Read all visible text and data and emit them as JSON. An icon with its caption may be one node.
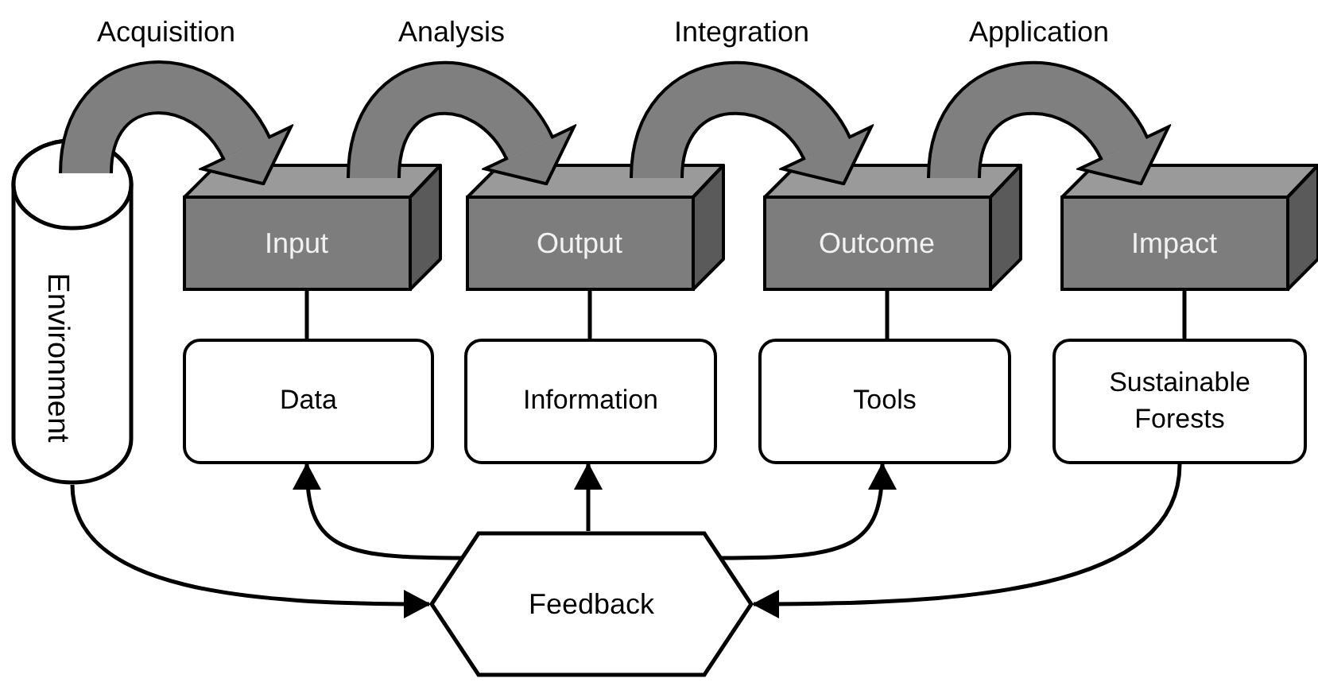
{
  "diagram": {
    "nodes": [
      {
        "text": [
          "Environment"
        ]
      },
      {
        "text": [
          "Input"
        ]
      },
      {
        "text": [
          "Output"
        ]
      },
      {
        "text": [
          "Outcome"
        ]
      },
      {
        "text": [
          "Impact"
        ]
      },
      {
        "text": [
          "Data"
        ]
      },
      {
        "text": [
          "Information"
        ]
      },
      {
        "text": [
          "Tools"
        ]
      },
      {
        "text": [
          "Sustainable Forests"
        ]
      },
      {
        "text": [
          "Feedback"
        ]
      }
    ],
    "edges": [
      {
        "from": 0,
        "to": 1,
        "arrow": "to",
        "label": "Acquisition",
        "style": "thick",
        "color": "#7f7f7f"
      },
      {
        "from": 1,
        "to": 2,
        "arrow": "to",
        "label": "Analysis",
        "style": "thick",
        "color": "#7f7f7f"
      },
      {
        "from": 2,
        "to": 3,
        "arrow": "to",
        "label": "Integration",
        "style": "thick",
        "color": "#7f7f7f"
      },
      {
        "from": 3,
        "to": 4,
        "arrow": "to",
        "label": "Application",
        "style": "thick",
        "color": "#7f7f7f"
      },
      {
        "from": 1,
        "to": 5,
        "arrow": "none"
      },
      {
        "from": 2,
        "to": 6,
        "arrow": "none"
      },
      {
        "from": 3,
        "to": 7,
        "arrow": "none"
      },
      {
        "from": 4,
        "to": 8,
        "arrow": "none"
      },
      {
        "from": 0,
        "to": 9,
        "arrow": "to"
      },
      {
        "from": 8,
        "to": 9,
        "arrow": "to"
      },
      {
        "from": 9,
        "to": 5,
        "arrow": "to"
      },
      {
        "from": 9,
        "to": 6,
        "arrow": "to"
      },
      {
        "from": 9,
        "to": 7,
        "arrow": "to"
      }
    ]
  }
}
